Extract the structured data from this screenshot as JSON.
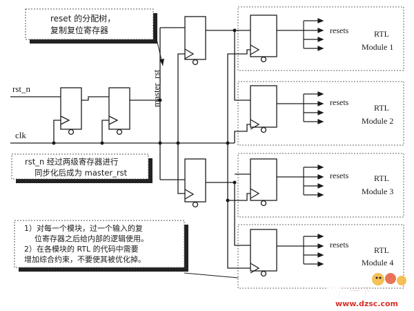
{
  "signals": {
    "rst_n": "rst_n",
    "clk": "clk",
    "master_rst": "master_rst",
    "resets": "resets"
  },
  "modules": [
    {
      "line1": "RTL",
      "line2": "Module 1"
    },
    {
      "line1": "RTL",
      "line2": "Module 2"
    },
    {
      "line1": "RTL",
      "line2": "Module 3"
    },
    {
      "line1": "RTL",
      "line2": "Module 4"
    }
  ],
  "notes": {
    "top_line1": "reset 的分配树，",
    "top_line2": "复制复位寄存器",
    "mid_line1": "rst_n 经过两级寄存器进行",
    "mid_line2": "同步化后成为 master_rst",
    "bottom_line1": "1）对每一个模块，过一个输入的复",
    "bottom_line2": "位寄存器之后给内部的逻辑使用。",
    "bottom_line3": "2）在各模块的 RTL 的代码中需要",
    "bottom_line4": "增加综合约束，不要使其被优化掉。"
  },
  "watermark": {
    "text": "维库一下",
    "url": "www.dzsc.com"
  },
  "colors": {
    "ink": "#1a1a1a",
    "shadow": "#222222",
    "dotted_box": "#555555",
    "watermark_red": "#d8322a"
  }
}
